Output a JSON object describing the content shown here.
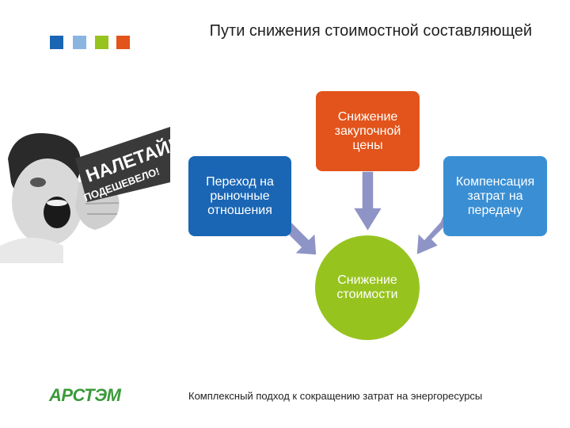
{
  "slide": {
    "title": "Пути снижения стоимостной составляющей",
    "footer": "Комплексный подход к сокращению затрат на энергоресурсы",
    "logo_text": "АРСТЭМ",
    "photo_banner_text": [
      "НАЛЕТАЙ!",
      "ПОДЕШЕВЕЛО!"
    ]
  },
  "diagram": {
    "top_box": "Снижение закупочной цены",
    "left_box": "Переход на рыночные отношения",
    "right_box": "Компенсация затрат на передачу",
    "center_circle": "Снижение стоимости"
  },
  "colors": {
    "deco_squares": [
      "#1a66b4",
      "#8ab5e0",
      "#97c31f",
      "#e2541b"
    ],
    "top_box": "#e2541b",
    "left_box": "#1a66b4",
    "right_box": "#3a8fd4",
    "center_circle": "#97c31f",
    "arrows": "#8f94c6",
    "logo": "#3a9a3a"
  }
}
